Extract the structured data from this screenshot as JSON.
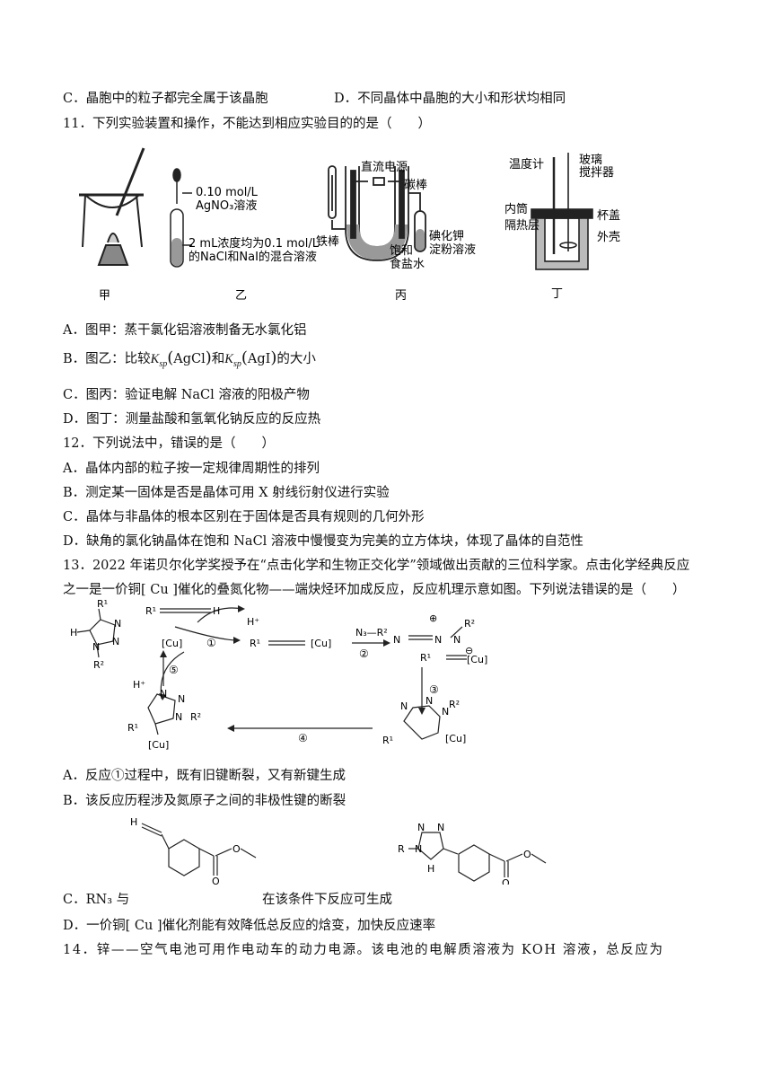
{
  "q10": {
    "optC": "C．晶胞中的粒子都完全属于该晶胞",
    "optD": "D．不同晶体中晶胞的大小和形状均相同"
  },
  "q11": {
    "stem": "11．下列实验装置和操作，不能达到相应实验目的的是（　　）",
    "figs": {
      "jia": "甲",
      "yi": "乙",
      "bing": "丙",
      "ding": "丁",
      "yi_top1": "0.10 mol/L",
      "yi_top2": "AgNO₃溶液",
      "yi_bot1": "2 mL浓度均为0.1 mol/L",
      "yi_bot2": "的NaCl和NaI的混合溶液",
      "bing_power": "直流电源",
      "bing_carbon": "碳棒",
      "bing_iron": "铁棒",
      "bing_brine1": "饱和",
      "bing_brine2": "食盐水",
      "bing_ki1": "碘化钾",
      "bing_ki2": "淀粉溶液",
      "ding_thermo": "温度计",
      "ding_stir1": "玻璃",
      "ding_stir2": "搅拌器",
      "ding_inner": "内筒",
      "ding_lid": "杯盖",
      "ding_insul": "隔热层",
      "ding_shell": "外壳"
    },
    "optA": "A．图甲：蒸干氯化铝溶液制备无水氯化铝",
    "optB_pre": "B．图乙：比较",
    "optB_k1": "AgCl",
    "optB_mid": "和",
    "optB_k2": "AgI",
    "optB_post": "的大小",
    "optC": "C．图丙：验证电解 NaCl 溶液的阳极产物",
    "optD": "D．图丁：测量盐酸和氢氧化钠反应的反应热"
  },
  "q12": {
    "stem": "12．下列说法中，错误的是（　　）",
    "optA": "A．晶体内部的粒子按一定规律周期性的排列",
    "optB": "B．测定某一固体是否是晶体可用 X 射线衍射仪进行实验",
    "optC": "C．晶体与非晶体的根本区别在于固体是否具有规则的几何外形",
    "optD": "D．缺角的氯化钠晶体在饱和 NaCl 溶液中慢慢变为完美的立方体块，体现了晶体的自范性"
  },
  "q13": {
    "stem1": "13．2022 年诺贝尔化学奖授予在“点击化学和生物正交化学”领域做出贡献的三位科学家。点击化学经典反应",
    "stem2": "之一是一价铜[ Cu ]催化的叠氮化物——端炔烃环加成反应，反应机理示意如图。下列说法错误的是（　　）",
    "optA": "A．反应①过程中，既有旧键断裂，又有新键生成",
    "optB": "B．该反应历程涉及氮原子之间的非极性键的断裂",
    "optC_pre": "C．RN₃ 与",
    "optC_post": "在该条件下反应可生成",
    "optD": "D．一价铜[ Cu ]催化剂能有效降低总反应的焓变，加快反应速率"
  },
  "q14": {
    "stem": "14．锌——空气电池可用作电动车的动力电源。该电池的电解质溶液为 KOH 溶液，总反应为"
  }
}
